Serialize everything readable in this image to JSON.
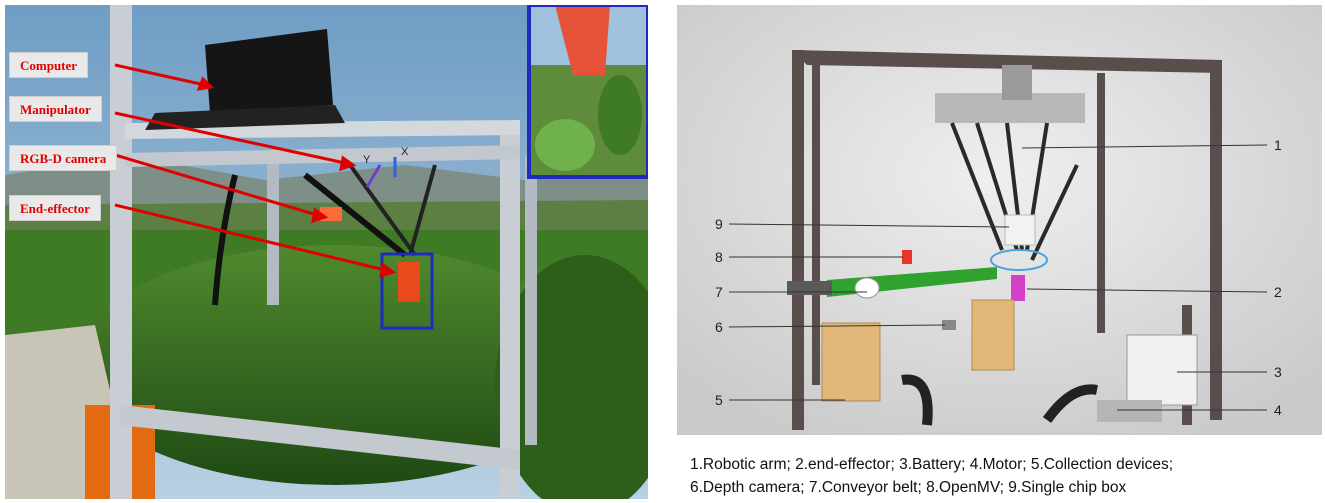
{
  "left_panel": {
    "callouts": [
      {
        "id": "computer",
        "label": "Computer"
      },
      {
        "id": "manipulator",
        "label": "Manipulator"
      },
      {
        "id": "rgbd",
        "label": "RGB-D camera"
      },
      {
        "id": "end-effector",
        "label": "End-effector"
      }
    ],
    "axis_labels": {
      "y": "Y",
      "x": "X"
    }
  },
  "right_panel": {
    "numbers": [
      "1",
      "2",
      "3",
      "4",
      "5",
      "6",
      "7",
      "8",
      "9"
    ]
  },
  "caption": {
    "line1": "1.Robotic arm; 2.end-effector; 3.Battery; 4.Motor; 5.Collection devices;",
    "line2": "6.Depth camera; 7.Conveyor belt; 8.OpenMV; 9.Single chip box"
  },
  "colors": {
    "callout_text": "#e00000",
    "arrow": "#e00000",
    "highlight_box": "#1f2bbf"
  }
}
